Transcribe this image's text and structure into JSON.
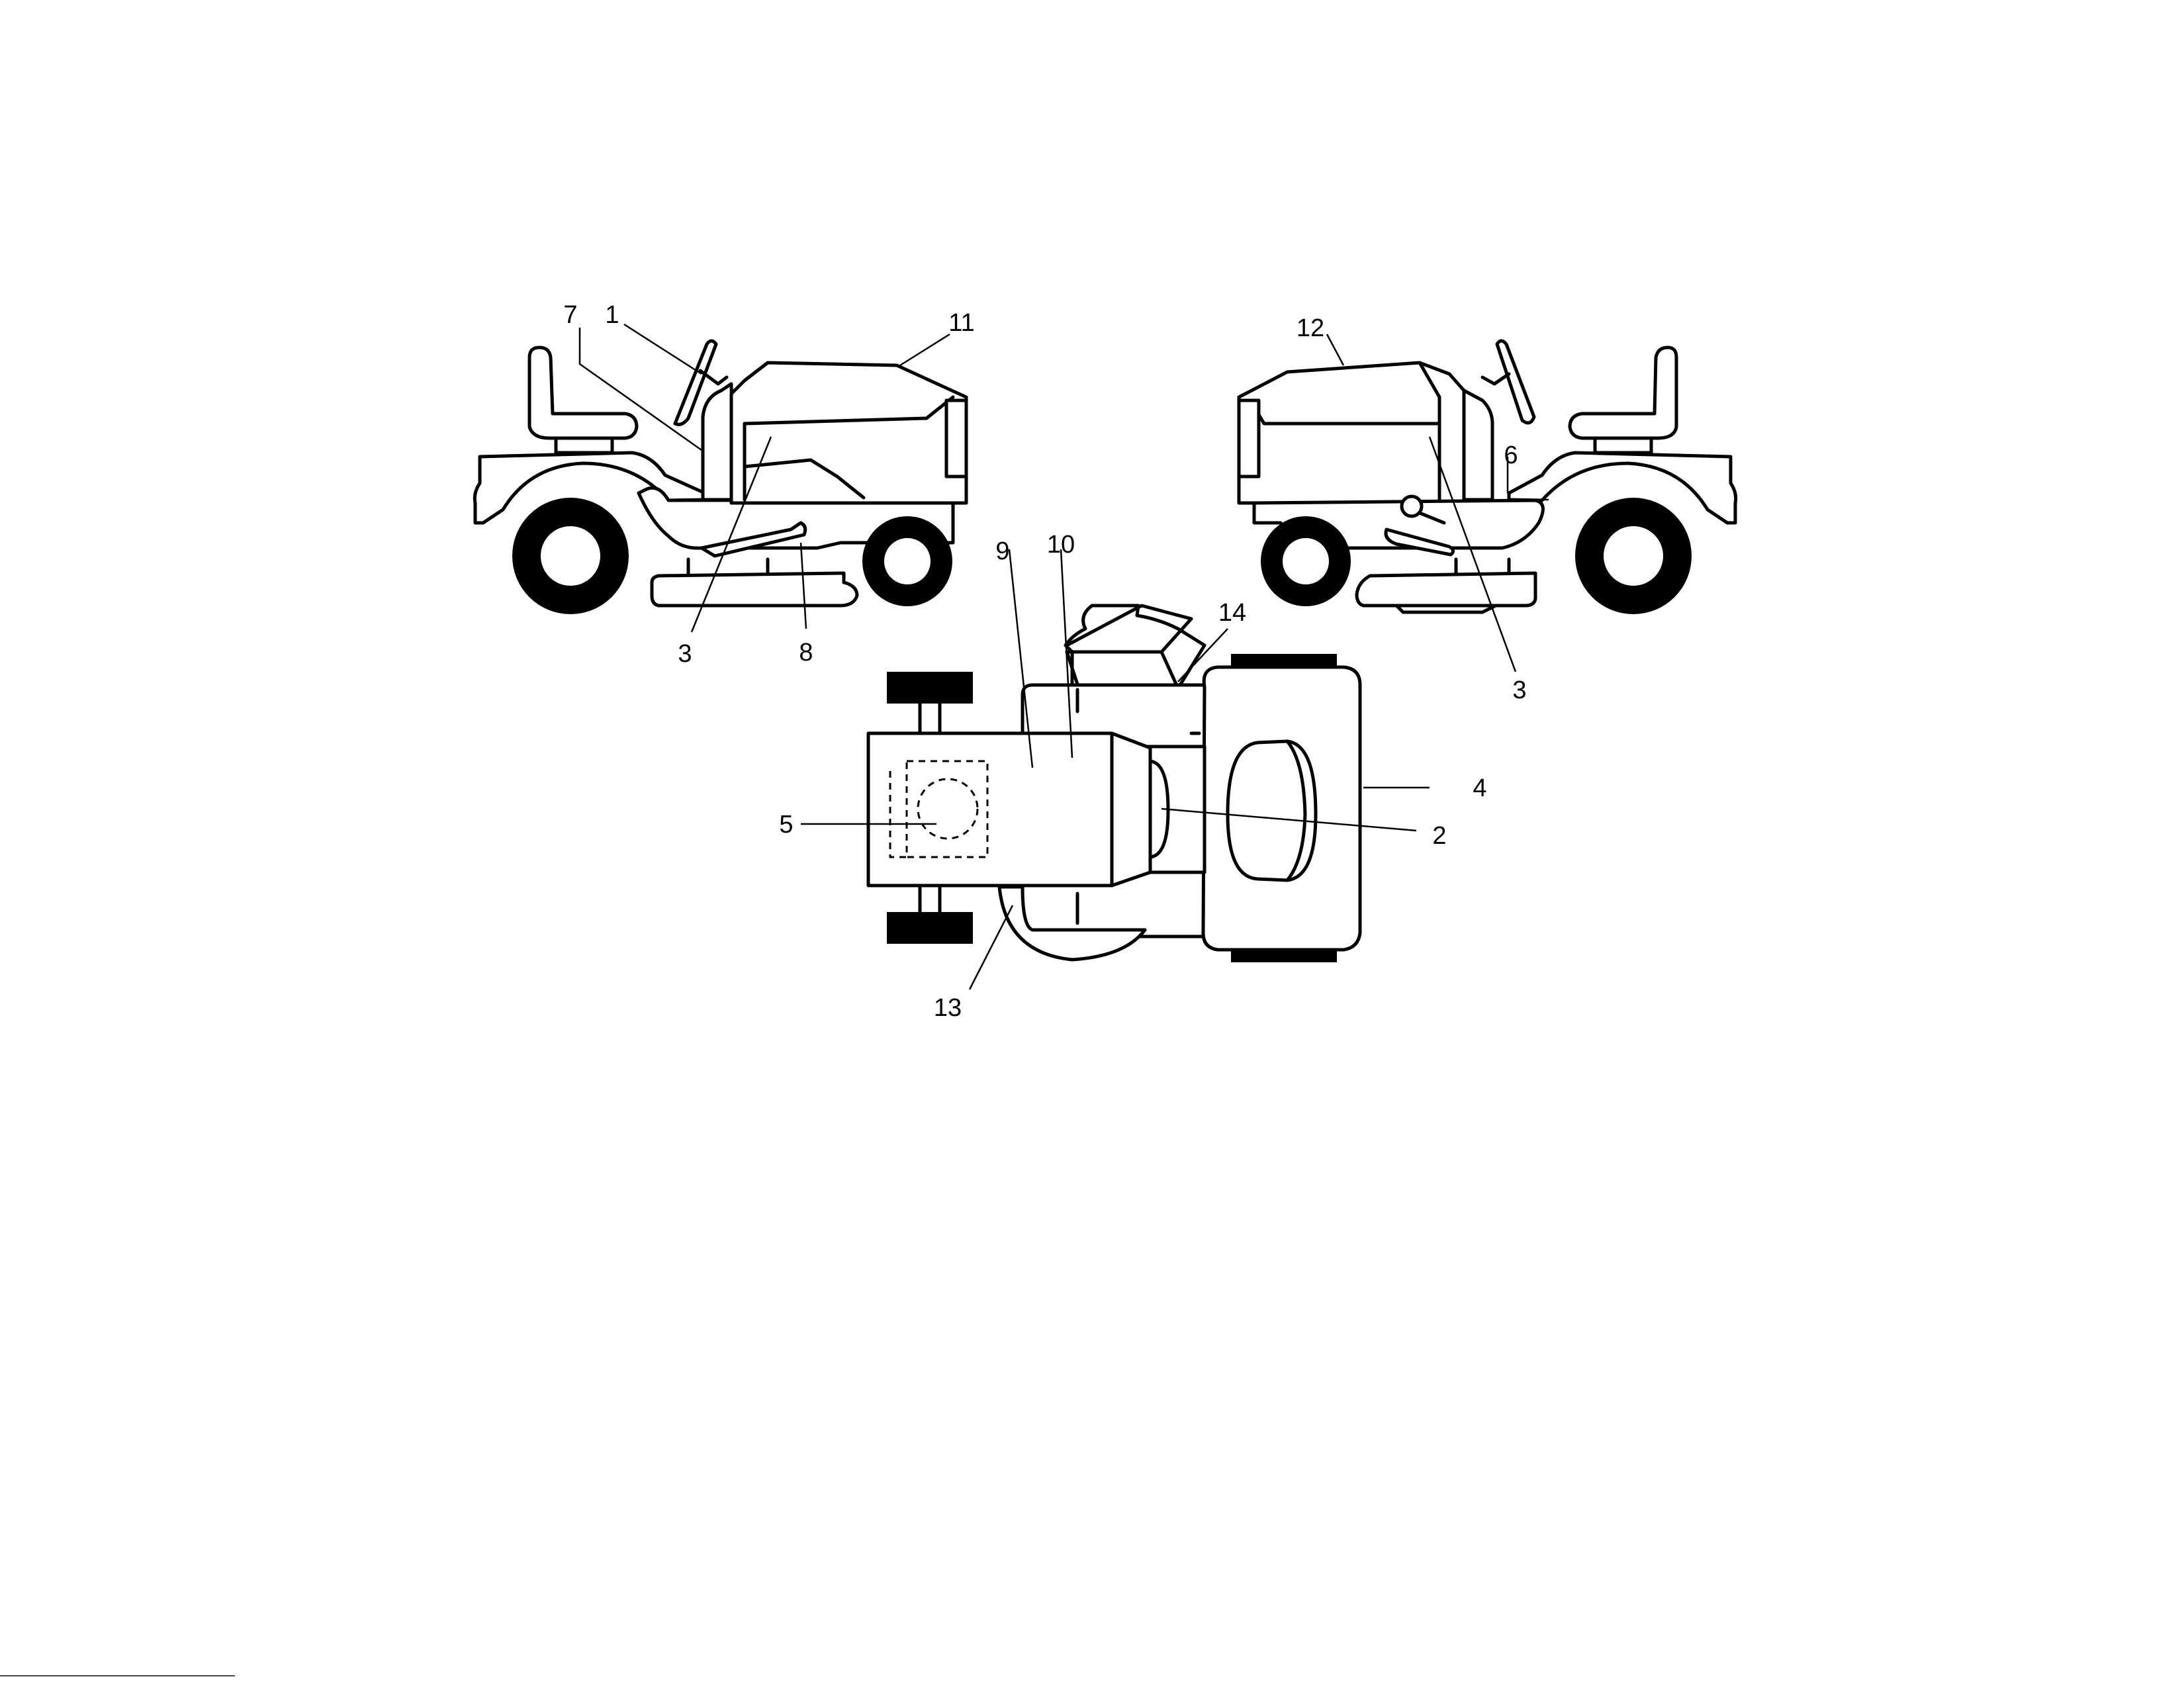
{
  "diagram": {
    "callouts": {
      "left_view": [
        "7",
        "1",
        "11",
        "3",
        "8"
      ],
      "right_view": [
        "12",
        "6",
        "3"
      ],
      "top_view": [
        "9",
        "10",
        "14",
        "5",
        "4",
        "2",
        "13"
      ]
    }
  }
}
